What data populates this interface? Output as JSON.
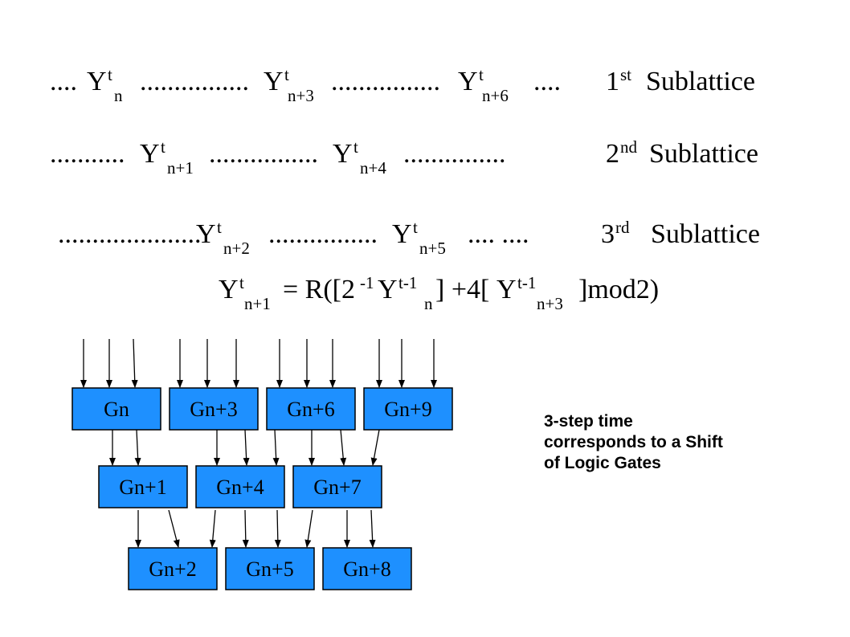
{
  "sublattices": [
    {
      "lead": "....",
      "terms": [
        {
          "sym": "Y",
          "sup": "t",
          "sub": "n",
          "tail": "................"
        },
        {
          "sym": "Y",
          "sup": "t",
          "sub": "n+3",
          "tail": "................"
        },
        {
          "sym": "Y",
          "sup": "t",
          "sub": "n+6",
          "tail": "...."
        }
      ],
      "label": {
        "num": "1",
        "ord": "st",
        "word": "Sublattice"
      }
    },
    {
      "lead": "...........",
      "terms": [
        {
          "sym": "Y",
          "sup": "t",
          "sub": "n+1",
          "tail": "................"
        },
        {
          "sym": "Y",
          "sup": "t",
          "sub": "n+4",
          "tail": "..............."
        }
      ],
      "label": {
        "num": "2",
        "ord": "nd",
        "word": "Sublattice"
      }
    },
    {
      "lead": ".....................",
      "terms": [
        {
          "sym": "Y",
          "sup": "t",
          "sub": "n+2",
          "tail": "................"
        },
        {
          "sym": "Y",
          "sup": "t",
          "sub": "n+5",
          "tail": ".... ...."
        }
      ],
      "label": {
        "num": "3",
        "ord": "rd",
        "word": "Sublattice"
      }
    }
  ],
  "equation": {
    "lhs": {
      "sym": "Y",
      "sup": "t",
      "sub": "n+1"
    },
    "eq": "= R([2",
    "exp": "-1",
    "y1": {
      "sym": "Y",
      "sup": "t-1",
      "sub": "n"
    },
    "mid": "] +4[",
    "y2": {
      "sym": "Y",
      "sup": "t-1",
      "sub": "n+3"
    },
    "end": "]mod2)"
  },
  "gates": {
    "row1": [
      "Gn",
      "Gn+3",
      "Gn+6",
      "Gn+9"
    ],
    "row2": [
      "Gn+1",
      "Gn+4",
      "Gn+7"
    ],
    "row3": [
      "Gn+2",
      "Gn+5",
      "Gn+8"
    ],
    "fill": "#1e90ff",
    "stroke": "#000000"
  },
  "note": [
    "3-step time",
    "corresponds to a Shift",
    "of Logic Gates"
  ]
}
